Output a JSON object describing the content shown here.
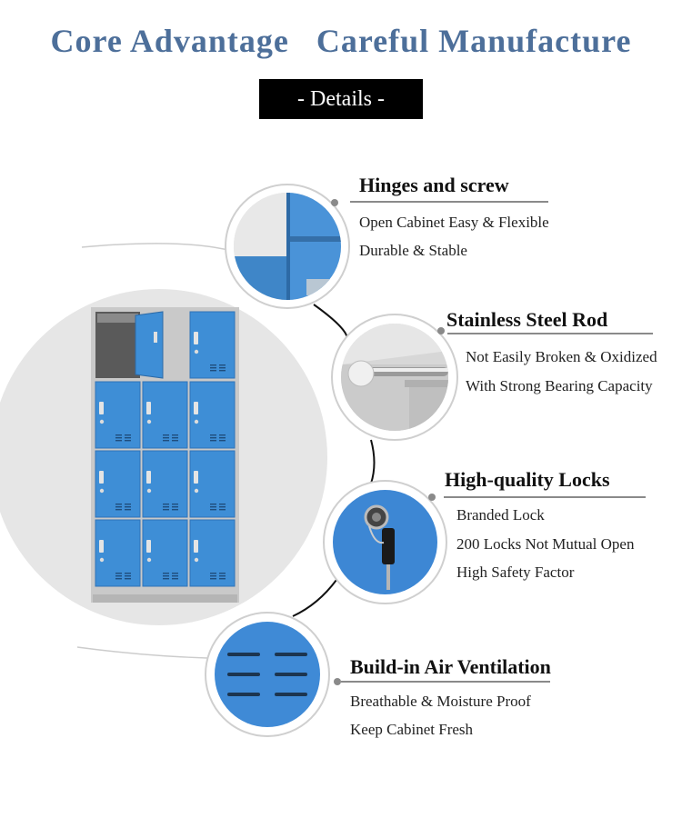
{
  "header": {
    "title": "Core Advantage   Careful Manufacture",
    "badge": "- Details -"
  },
  "features": [
    {
      "heading": "Hinges and screw",
      "items": [
        "Open Cabinet Easy & Flexible",
        "Durable & Stable"
      ],
      "icon": "hinge-closeup-image"
    },
    {
      "heading": "Stainless Steel Rod",
      "items": [
        "Not Easily Broken & Oxidized",
        "With Strong Bearing Capacity"
      ],
      "icon": "steel-rod-closeup-image"
    },
    {
      "heading": "High-quality Locks",
      "items": [
        "Branded Lock",
        "200 Locks Not Mutual Open",
        "High Safety Factor"
      ],
      "icon": "lock-and-key-closeup-image"
    },
    {
      "heading": "Build-in Air Ventilation",
      "items": [
        "Breathable & Moisture Proof",
        "Keep Cabinet Fresh"
      ],
      "icon": "air-vent-slots-closeup-image"
    }
  ],
  "colors": {
    "title": "#4d6f9a",
    "cabinet_blue": "#3e8ed6",
    "cabinet_frame": "#c8c8c8",
    "circle_bg": "#e6e6e6"
  }
}
